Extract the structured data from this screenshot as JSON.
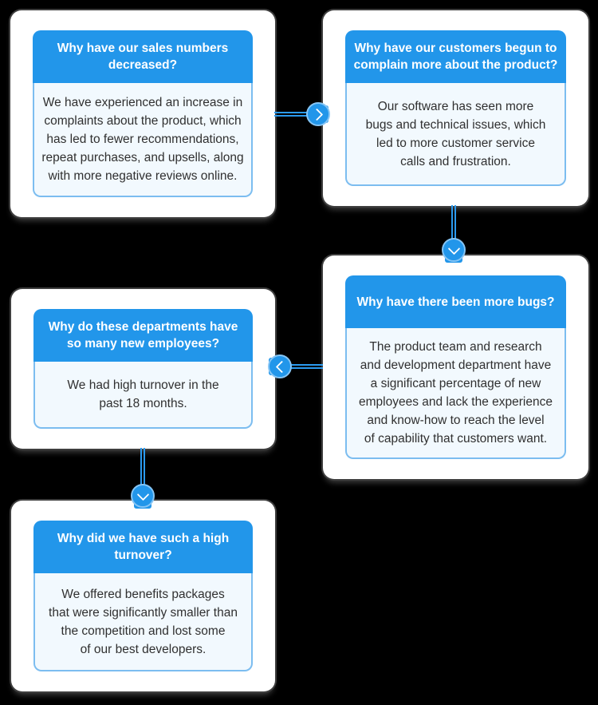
{
  "colors": {
    "canvas_bg": "#000000",
    "card_bg": "#FFFFFF",
    "header_blue": "#2296EA",
    "connector_blue": "#2B9AEF",
    "node_ring_blue": "#86C5F5",
    "body_bg": "#F2F9FE",
    "inner_border_blue": "#7CBDF0",
    "header_text": "#FFFFFF",
    "body_text": "#303030"
  },
  "cards": [
    {
      "id": "card-1",
      "question": "Why have our sales numbers\ndecreased?",
      "answer": "We have experienced an increase in\ncomplaints about the product, which\nhas led to fewer recommendations,\nrepeat purchases, and upsells, along\nwith more negative reviews online."
    },
    {
      "id": "card-2",
      "question": "Why have our customers begun to\ncomplain more about the product?",
      "answer": "Our software has seen more\nbugs and technical issues, which\nled to more customer service\ncalls and frustration."
    },
    {
      "id": "card-3",
      "question": "Why have there been more bugs?",
      "answer": "The product team and research\nand development department have\na significant percentage of new\nemployees and lack the experience\nand know-how to reach the level\nof capability that customers want."
    },
    {
      "id": "card-4",
      "question": "Why do these departments have\nso many new employees?",
      "answer": "We had high turnover in the\npast 18 months."
    },
    {
      "id": "card-5",
      "question": "Why did we have such a high\nturnover?",
      "answer": "We offered benefits packages\nthat were significantly smaller than\nthe competition and lost some\nof our best developers."
    }
  ],
  "connectors": [
    {
      "from": "card-1",
      "to": "card-2",
      "arrow_direction": "right",
      "icon": "chevron-right"
    },
    {
      "from": "card-2",
      "to": "card-3",
      "arrow_direction": "down",
      "icon": "chevron-down"
    },
    {
      "from": "card-3",
      "to": "card-4",
      "arrow_direction": "left",
      "icon": "chevron-left"
    },
    {
      "from": "card-4",
      "to": "card-5",
      "arrow_direction": "down",
      "icon": "chevron-down"
    }
  ]
}
